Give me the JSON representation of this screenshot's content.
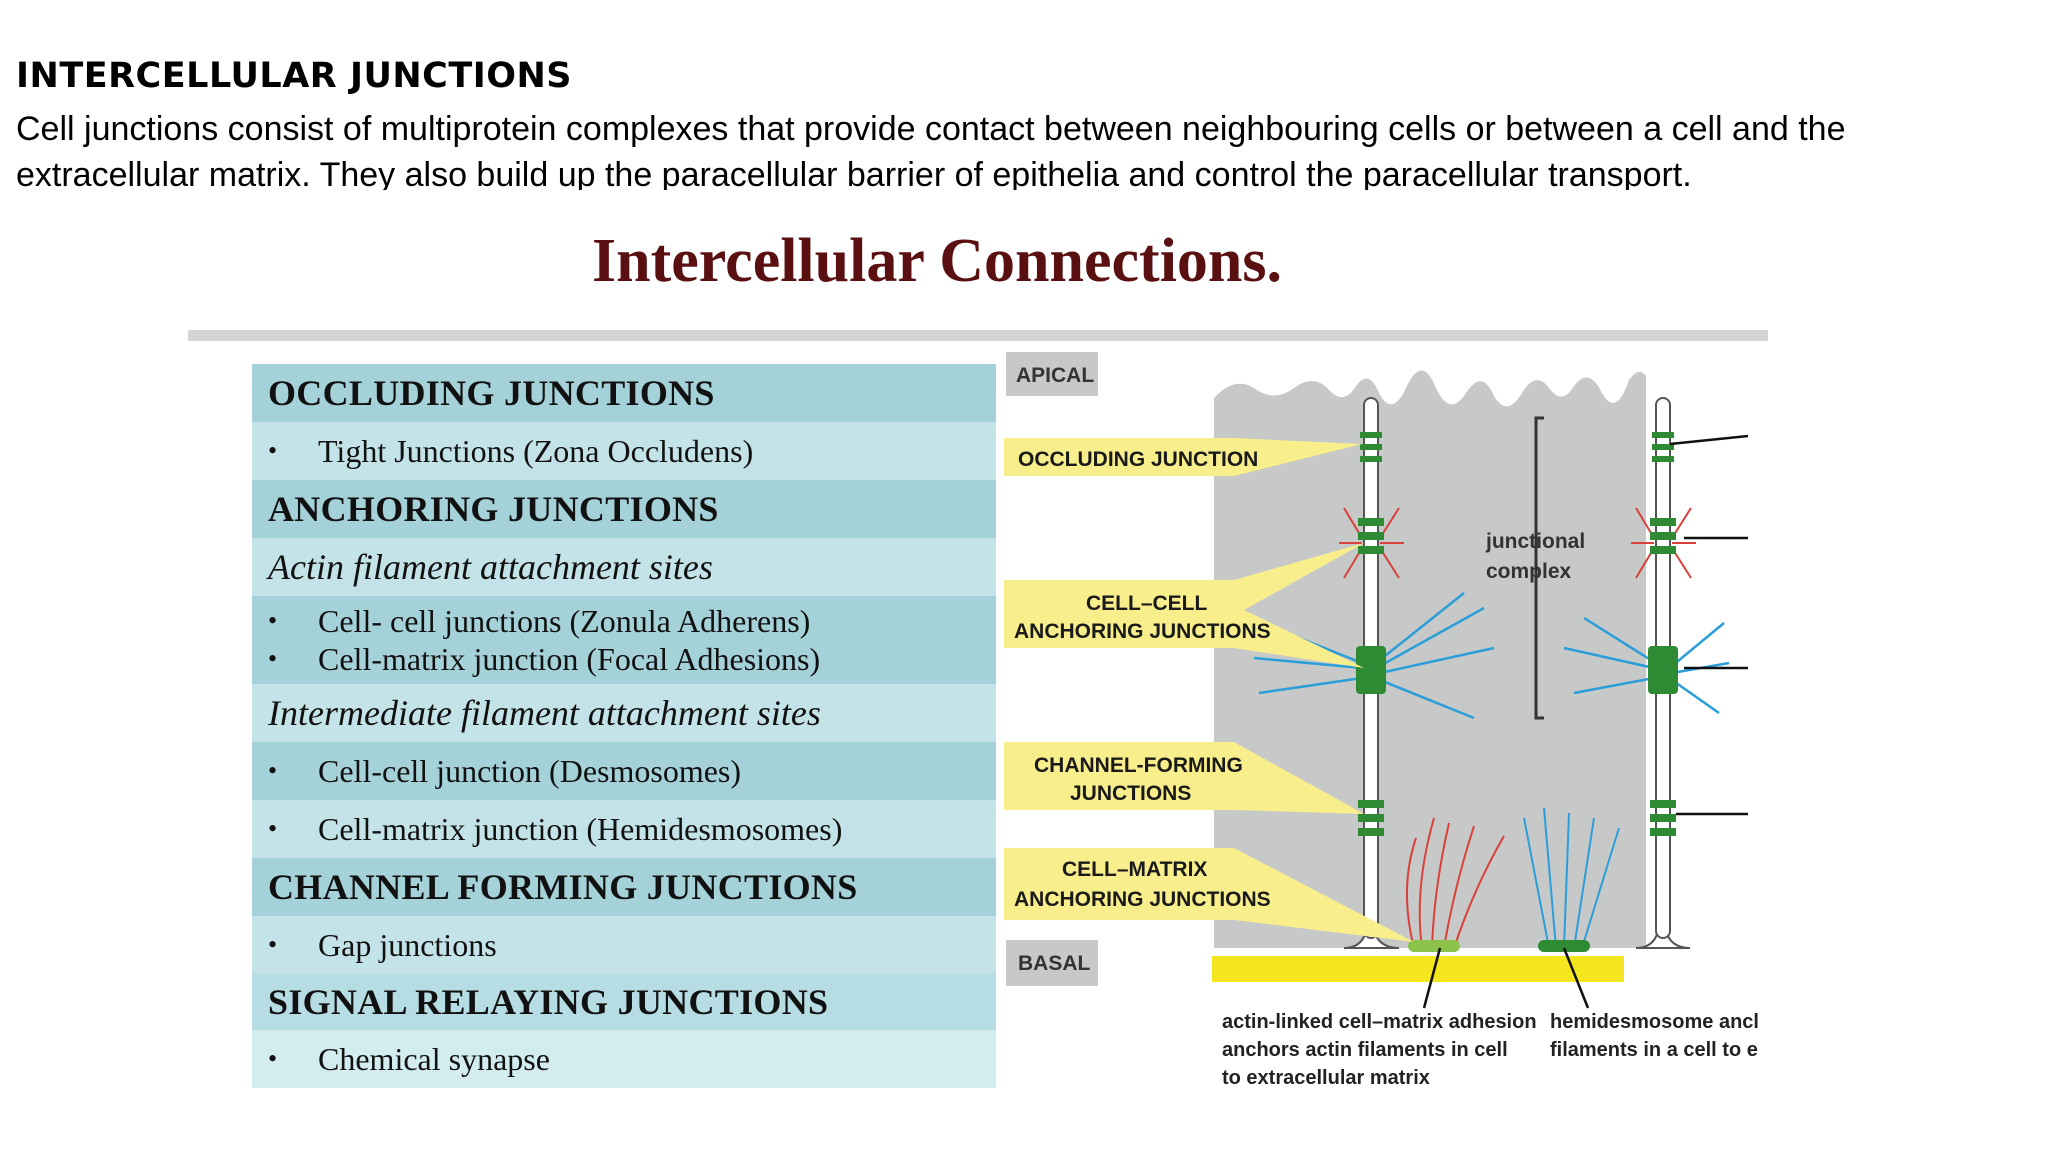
{
  "page": {
    "heading": "INTERCELLULAR JUNCTIONS",
    "intro": "Cell junctions consist of multiprotein complexes that provide contact between neighbouring cells or between a cell and the extracellular matrix. They also build up the paracellular barrier of epithelia and control the paracellular transport."
  },
  "slide": {
    "title": "Intercellular Connections.",
    "title_color": "#5a0f10"
  },
  "table": {
    "occluding": {
      "header": "OCCLUDING JUNCTIONS",
      "item": "Tight Junctions (Zona Occludens)"
    },
    "anchoring": {
      "header": "ANCHORING JUNCTIONS",
      "actin_header": "Actin filament attachment sites",
      "actin_item1": "Cell- cell junctions (Zonula Adherens)",
      "actin_item2": "Cell-matrix junction (Focal Adhesions)",
      "inter_header": "Intermediate filament attachment sites",
      "inter_item1": "Cell-cell junction (Desmosomes)",
      "inter_item2": "Cell-matrix junction (Hemidesmosomes)"
    },
    "channel": {
      "header": "CHANNEL FORMING JUNCTIONS",
      "item": "Gap junctions"
    },
    "signal": {
      "header": "SIGNAL RELAYING JUNCTIONS",
      "item": "Chemical synapse"
    },
    "bullet": "•",
    "colors": {
      "dark_band": "#a5d2d9",
      "light_band": "#c3e3e8",
      "very_light_band": "#d3ecef"
    }
  },
  "diagram": {
    "apical": "APICAL",
    "basal": "BASAL",
    "occluding_junction": "OCCLUDING JUNCTION",
    "cell_cell_1": "CELL–CELL",
    "cell_cell_2": "ANCHORING JUNCTIONS",
    "channel_1": "CHANNEL-FORMING",
    "channel_2": "JUNCTIONS",
    "cell_matrix_1": "CELL–MATRIX",
    "cell_matrix_2": "ANCHORING JUNCTIONS",
    "junctional_1": "junctional",
    "junctional_2": "complex",
    "caption_left_1": "actin-linked cell–matrix adhesion",
    "caption_left_2": "anchors actin filaments in cell",
    "caption_left_3": "to extracellular matrix",
    "caption_right_1": "hemidesmosome ancl",
    "caption_right_2": "filaments in a cell to e",
    "colors": {
      "cell_gray": "#c7c8c8",
      "callout_yellow": "#f8ef8c",
      "matrix_yellow": "#f3e61e",
      "junction_green": "#2f8a34",
      "filament_blue": "#2a9ed8",
      "filament_red": "#d9413a"
    }
  }
}
